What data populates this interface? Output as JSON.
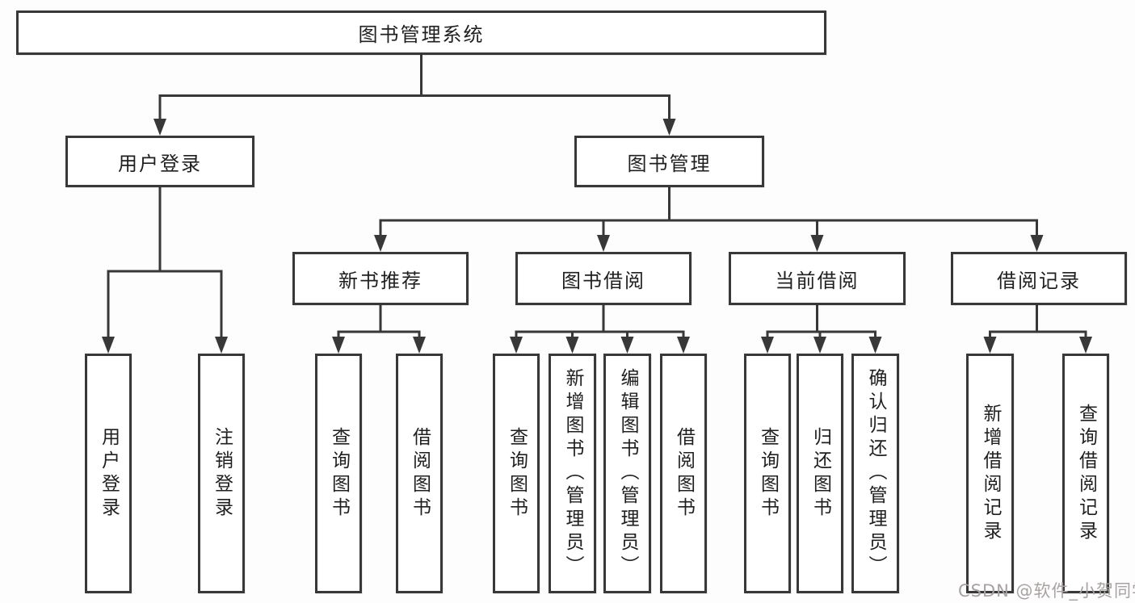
{
  "diagram": {
    "root": {
      "label": "图书管理系统"
    },
    "branches": [
      {
        "label": "用户登录",
        "children": [
          {
            "label": "用户登录"
          },
          {
            "label": "注销登录"
          }
        ]
      },
      {
        "label": "图书管理",
        "children": [
          {
            "label": "新书推荐",
            "children": [
              {
                "label": "查询图书"
              },
              {
                "label": "借阅图书"
              }
            ]
          },
          {
            "label": "图书借阅",
            "children": [
              {
                "label": "查询图书"
              },
              {
                "label": "新增图书（管理员）"
              },
              {
                "label": "编辑图书（管理员）"
              },
              {
                "label": "借阅图书"
              }
            ]
          },
          {
            "label": "当前借阅",
            "children": [
              {
                "label": "查询图书"
              },
              {
                "label": "归还图书"
              },
              {
                "label": "确认归还（管理员）"
              }
            ]
          },
          {
            "label": "借阅记录",
            "children": [
              {
                "label": "新增借阅记录"
              },
              {
                "label": "查询借阅记录"
              }
            ]
          }
        ]
      }
    ]
  },
  "watermark": {
    "text": "CSDN @软件_小贺同学"
  },
  "colors": {
    "line": "#383838",
    "text": "#1f1f1f",
    "box_background": "#ffffff",
    "watermark": "#a9a2a2",
    "page_background": "#fdfdfd"
  }
}
